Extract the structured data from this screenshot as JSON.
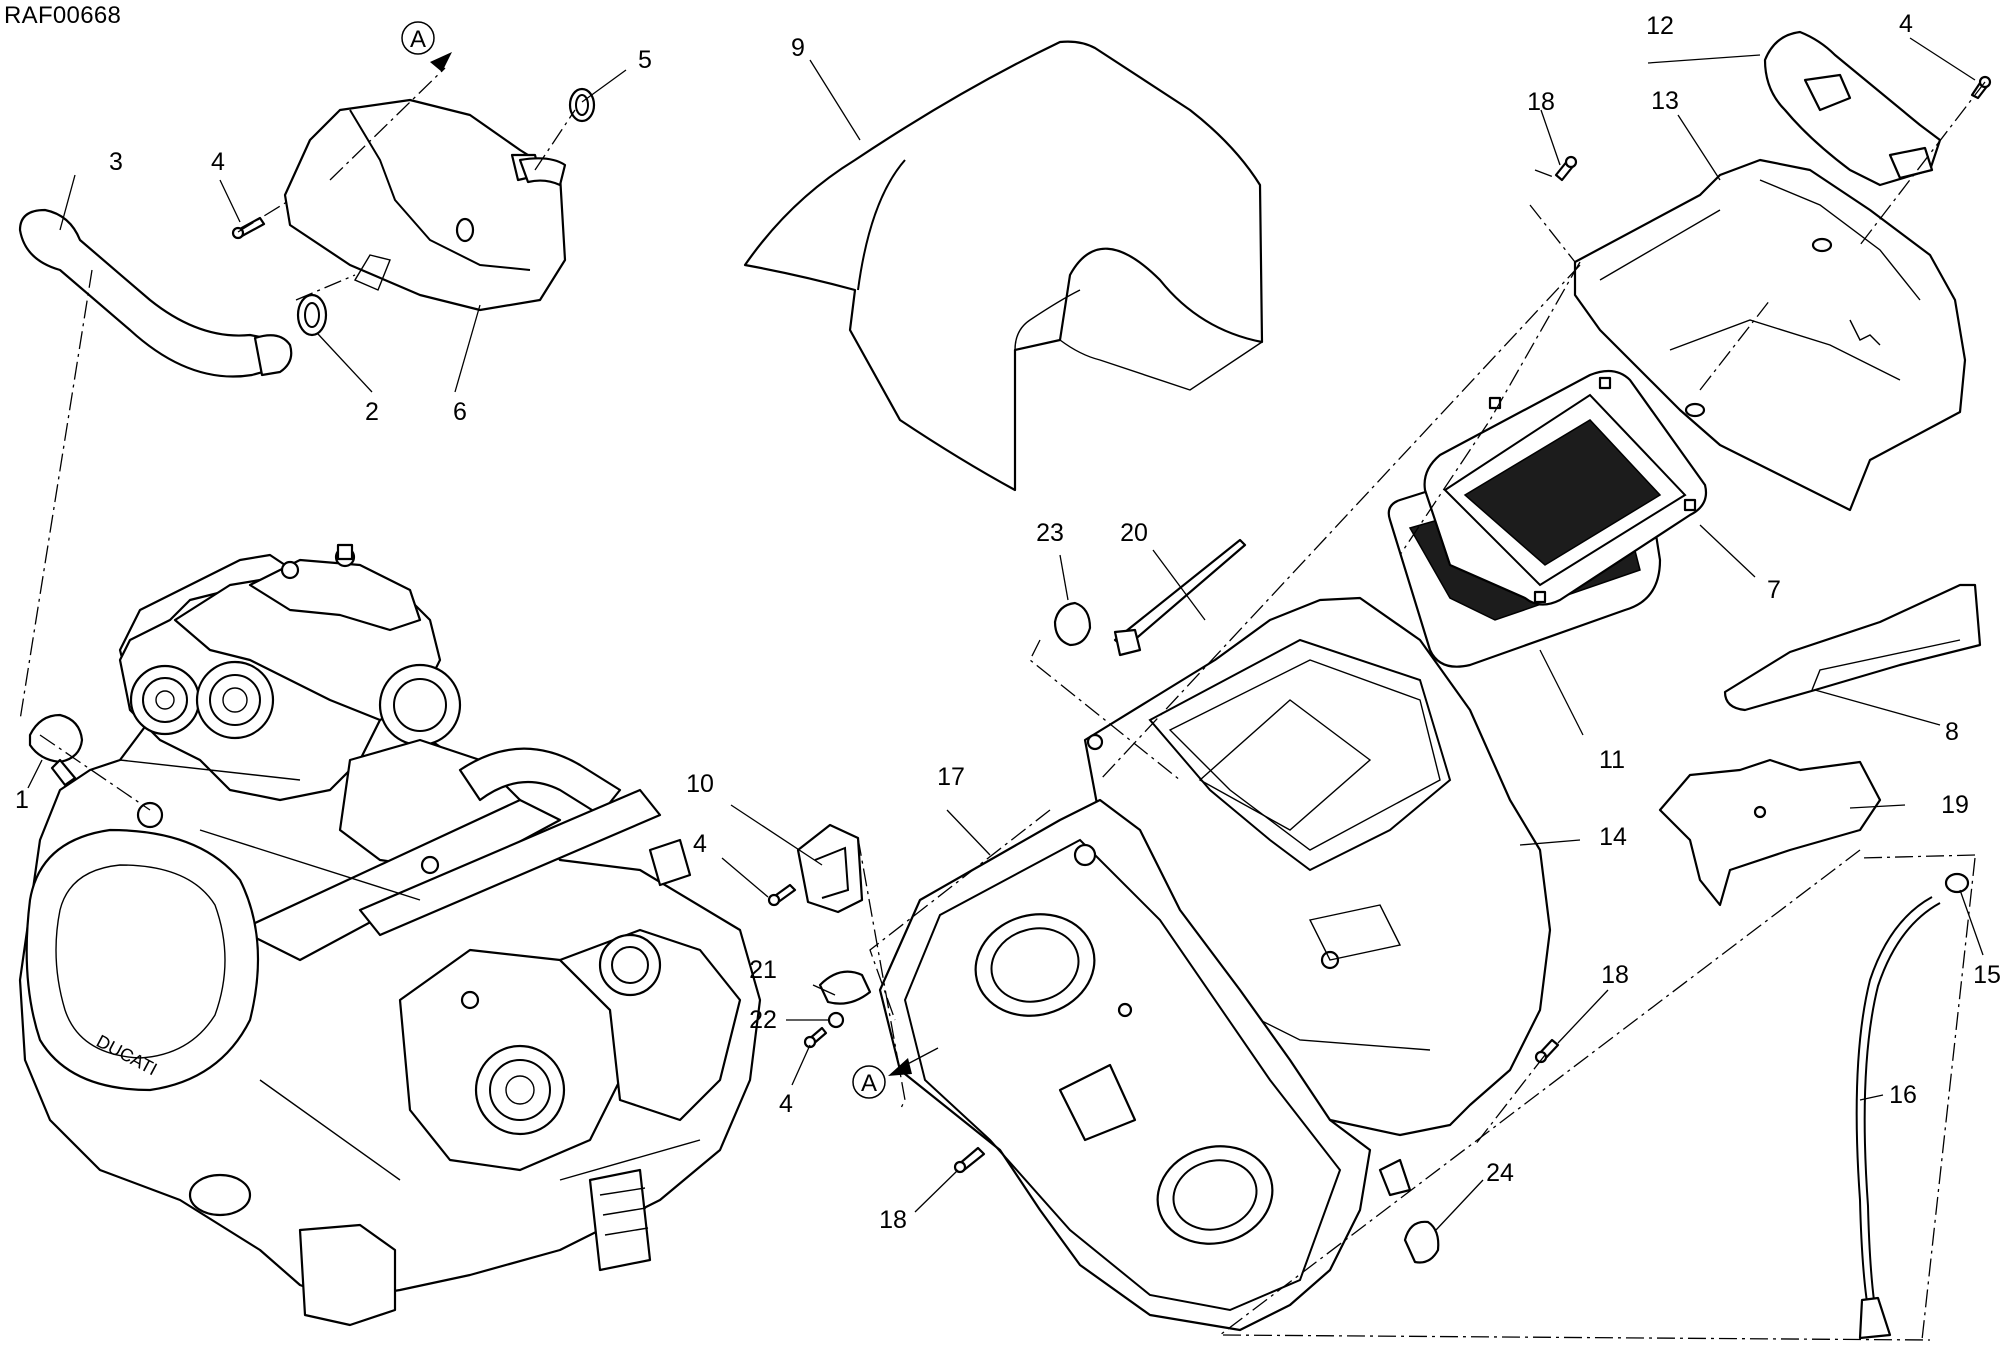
{
  "drawing_code": "RAF00668",
  "view_marker": "A",
  "callouts": {
    "n1": "1",
    "n2": "2",
    "n3": "3",
    "n4a": "4",
    "n4b": "4",
    "n4c": "4",
    "n4d": "4",
    "n5": "5",
    "n6": "6",
    "n7": "7",
    "n8": "8",
    "n9": "9",
    "n10": "10",
    "n11": "11",
    "n12": "12",
    "n13": "13",
    "n14": "14",
    "n15": "15",
    "n16": "16",
    "n17": "17",
    "n18a": "18",
    "n18b": "18",
    "n18c": "18",
    "n19": "19",
    "n20": "20",
    "n21": "21",
    "n22": "22",
    "n23": "23",
    "n24": "24"
  },
  "engine_branding": "DUCATI"
}
